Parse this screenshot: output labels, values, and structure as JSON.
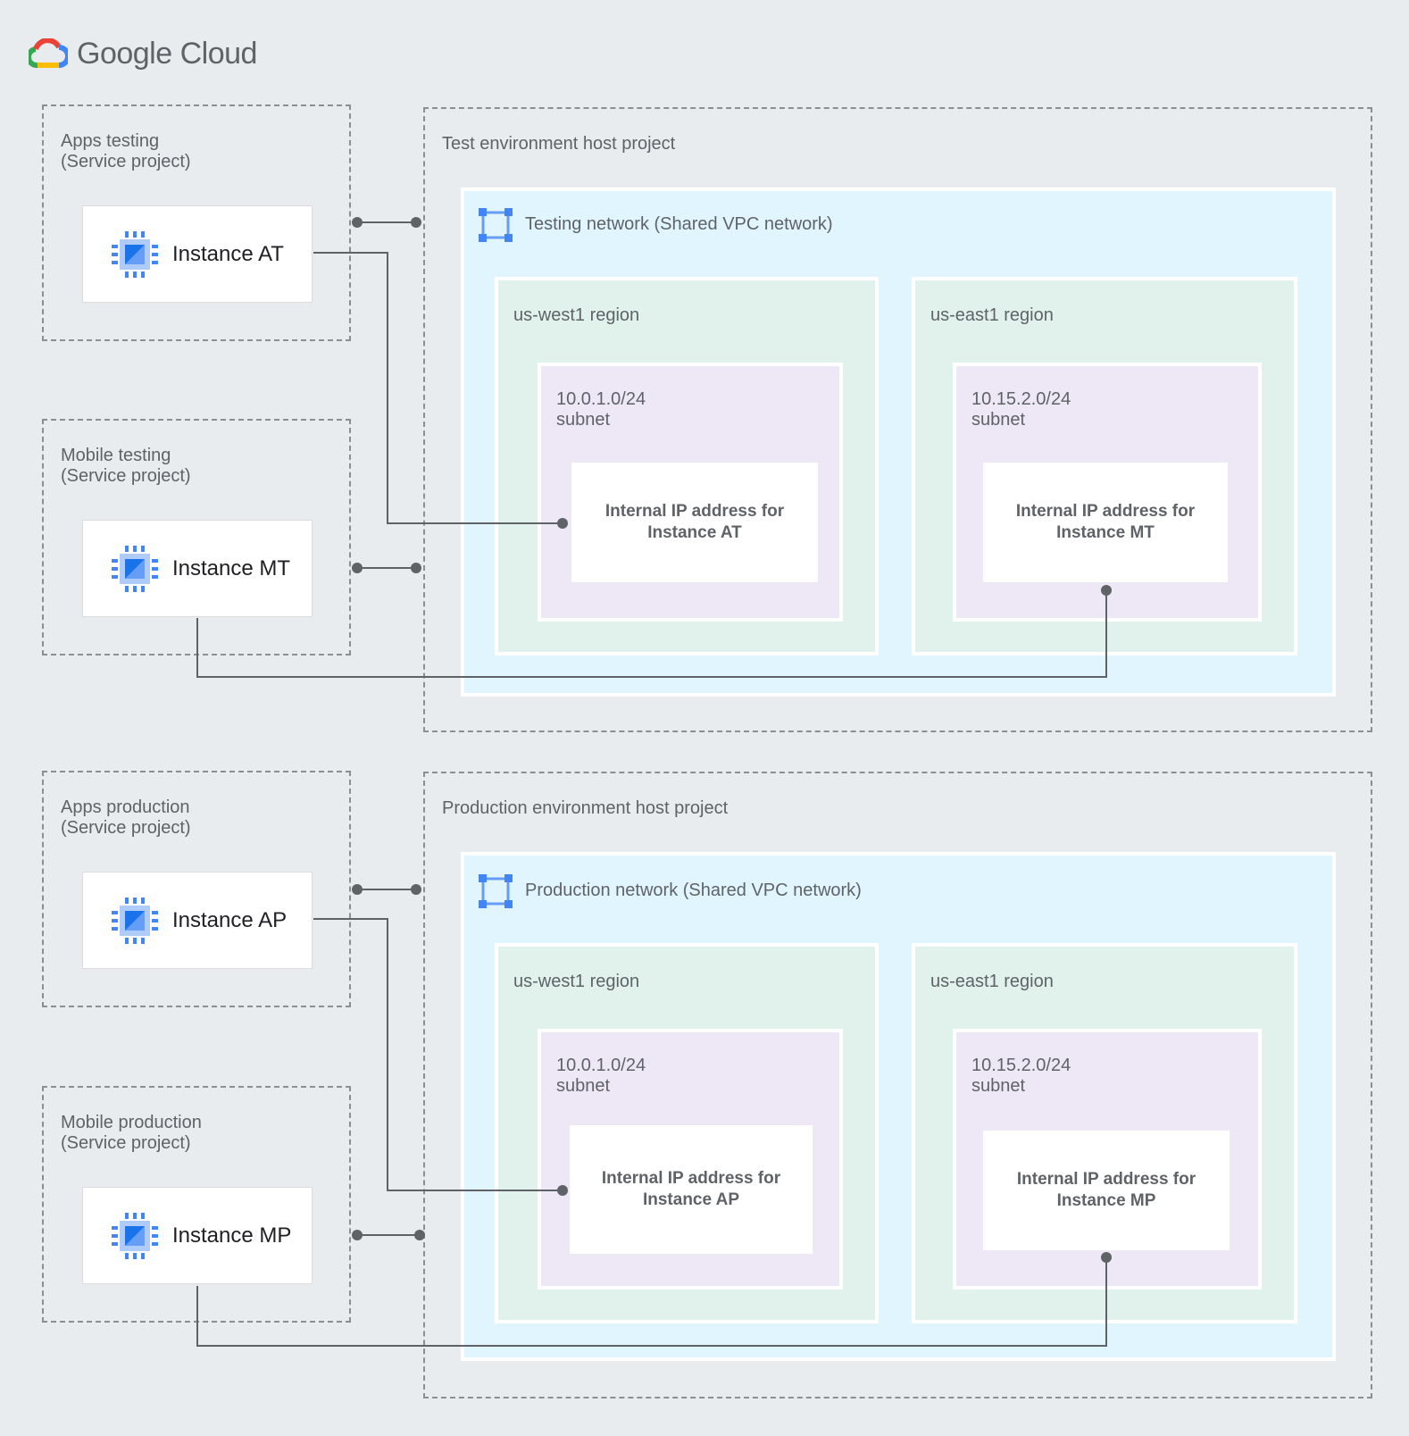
{
  "brand": {
    "name": "Google Cloud"
  },
  "service_projects": [
    {
      "id": "apps-testing",
      "label": "Apps testing\n(Service project)",
      "instance": "Instance AT"
    },
    {
      "id": "mobile-testing",
      "label": "Mobile testing\n(Service project)",
      "instance": "Instance MT"
    },
    {
      "id": "apps-production",
      "label": "Apps production\n(Service project)",
      "instance": "Instance AP"
    },
    {
      "id": "mobile-production",
      "label": "Mobile production\n(Service project)",
      "instance": "Instance MP"
    }
  ],
  "host_projects": [
    {
      "label": "Test environment host project",
      "network": "Testing network (Shared VPC network)",
      "regions": [
        {
          "label": "us-west1 region",
          "subnet": "10.0.1.0/24\nsubnet",
          "ip": "Internal IP address for\nInstance AT"
        },
        {
          "label": "us-east1 region",
          "subnet": "10.15.2.0/24\nsubnet",
          "ip": "Internal IP address for\nInstance MT"
        }
      ]
    },
    {
      "label": "Production environment host project",
      "network": "Production network (Shared VPC network)",
      "regions": [
        {
          "label": "us-west1 region",
          "subnet": "10.0.1.0/24\nsubnet",
          "ip": "Internal IP address for\nInstance AP"
        },
        {
          "label": "us-east1 region",
          "subnet": "10.15.2.0/24\nsubnet",
          "ip": "Internal IP address for\nInstance MP"
        }
      ]
    }
  ],
  "colors": {
    "background": "#e8ecef",
    "network": "#e1f5fe",
    "region": "#e0f2eb",
    "subnet": "#ede7f6",
    "connector": "#5f6368",
    "chip_icon": "#4285f4"
  },
  "icons": {
    "instance": "compute-engine-chip-icon",
    "network": "vpc-network-icon",
    "logo": "google-cloud-logo-icon"
  }
}
